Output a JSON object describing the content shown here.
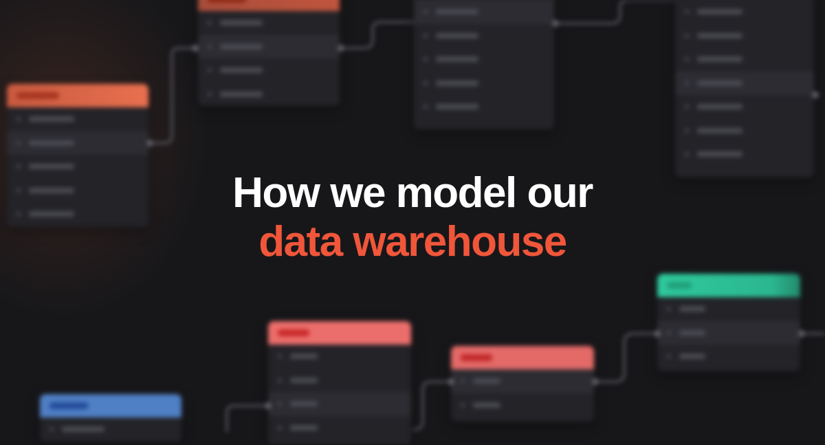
{
  "headline": {
    "line1": "How we model our",
    "line2": "data warehouse"
  },
  "colors": {
    "background": "#17171a",
    "headline_primary": "#ffffff",
    "headline_accent": "#f0563a",
    "node_body": "#232328",
    "node_orange": "#e8704f",
    "node_red": "#ee6e6c",
    "node_green": "#2ec99c",
    "node_blue": "#4f7fc4",
    "connector": "#5a5a62"
  },
  "diagram": {
    "nodes": [
      {
        "id": "node-left-orange",
        "header_color": "orange",
        "rows": 5
      },
      {
        "id": "node-top-orange",
        "header_color": "orange",
        "rows": 4
      },
      {
        "id": "node-top-center",
        "header_color": "none",
        "rows": 5
      },
      {
        "id": "node-top-right",
        "header_color": "none",
        "rows": 7
      },
      {
        "id": "node-bottom-red-1",
        "header_color": "red",
        "rows": 4
      },
      {
        "id": "node-bottom-red-2",
        "header_color": "red",
        "rows": 2
      },
      {
        "id": "node-bottom-green",
        "header_color": "green",
        "rows": 3
      },
      {
        "id": "node-bottom-blue",
        "header_color": "blue",
        "rows": 1
      }
    ]
  }
}
